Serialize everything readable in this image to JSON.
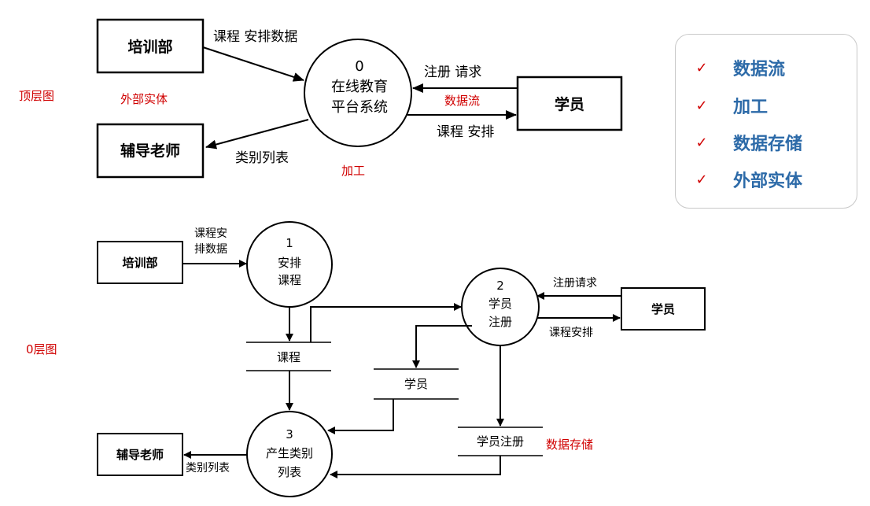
{
  "side_labels": {
    "top_level": "顶层图",
    "level_zero": "0层图"
  },
  "annotations": {
    "external_entity": "外部实体",
    "data_flow": "数据流",
    "process": "加工",
    "data_store": "数据存储"
  },
  "top": {
    "entities": {
      "training_dept": "培训部",
      "student": "学员",
      "tutor": "辅导老师"
    },
    "process": {
      "id": "0",
      "line1": "在线教育",
      "line2": "平台系统"
    },
    "flows": {
      "course_schedule_data": "课程 安排数据",
      "registration_request": "注册 请求",
      "course_schedule": "课程 安排",
      "category_list": "类别列表"
    }
  },
  "level0": {
    "entities": {
      "training_dept": "培训部",
      "student": "学员",
      "tutor": "辅导老师"
    },
    "processes": [
      {
        "id": "1",
        "line1": "安排",
        "line2": "课程"
      },
      {
        "id": "2",
        "line1": "学员",
        "line2": "注册"
      },
      {
        "id": "3",
        "line1": "产生类别",
        "line2": "列表"
      }
    ],
    "stores": {
      "course": "课程",
      "student": "学员",
      "registration": "学员注册"
    },
    "flows": {
      "course_schedule_data_l1": "课程安",
      "course_schedule_data_l2": "排数据",
      "registration_request": "注册请求",
      "course_schedule": "课程安排",
      "category_list": "类别列表"
    }
  },
  "legend": {
    "check_icon": "✓",
    "items": [
      "数据流",
      "加工",
      "数据存储",
      "外部实体"
    ]
  }
}
